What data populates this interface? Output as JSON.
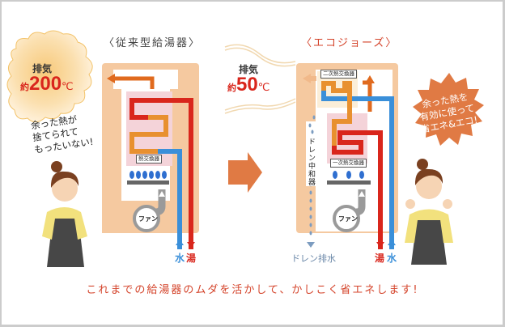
{
  "titles": {
    "conventional": "〈従来型給湯器〉",
    "ecojozu": "〈エコジョーズ〉"
  },
  "left_cloud": {
    "exhaust_label": "排気",
    "temp_prefix": "約",
    "temp_value": "200",
    "temp_unit": "℃",
    "note_lines": [
      "余った熱が",
      "捨てられて",
      "もったいない!"
    ]
  },
  "middle_exhaust": {
    "exhaust_label": "排気",
    "temp_prefix": "約",
    "temp_value": "50",
    "temp_unit": "℃"
  },
  "star_bubble": {
    "lines": [
      "余った熱を",
      "有効に使って",
      "省エネ&エコ!"
    ]
  },
  "conventional_heater": {
    "heat_exchanger_label": "熱交換器",
    "fan_label": "ファン",
    "water_label": "水",
    "hot_label": "湯"
  },
  "eco_heater": {
    "secondary_hx_label": "二次熱交換器",
    "primary_hx_label": "一次熱交換器",
    "drain_neutralizer_label": "ドレン中和器",
    "fan_label": "ファン",
    "drain_label": "ドレン排水",
    "hot_label": "湯",
    "water_label": "水"
  },
  "colors": {
    "hot": "#d9261c",
    "water": "#3a8fd9",
    "warm": "#e8902f",
    "exhaust": "#e06a1e",
    "body": "#f5c9a0",
    "chamber": "#f4d3d9",
    "accent": "#e07a44"
  },
  "bottom_message": "これまでの給湯器のムダを活かして、かしこく省エネします!"
}
